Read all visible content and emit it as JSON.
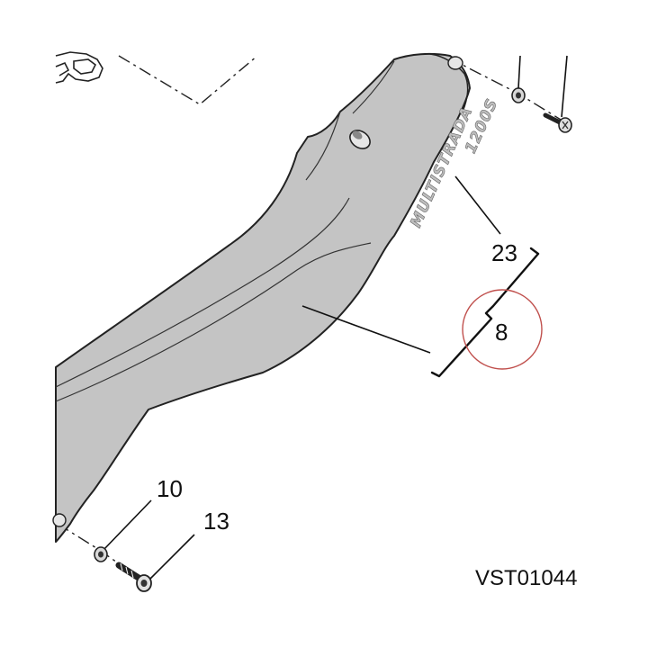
{
  "diagram": {
    "callouts": {
      "part_23": "23",
      "part_8": "8",
      "part_10": "10",
      "part_13": "13"
    },
    "drawing_code": "VST01044",
    "decal": {
      "line1": "MULTISTRADA",
      "line2": "1200S"
    },
    "colors": {
      "panel_fill": "#c4c4c4",
      "panel_stroke": "#222222",
      "highlight_circle": "#c0504d",
      "background": "#ffffff"
    }
  }
}
